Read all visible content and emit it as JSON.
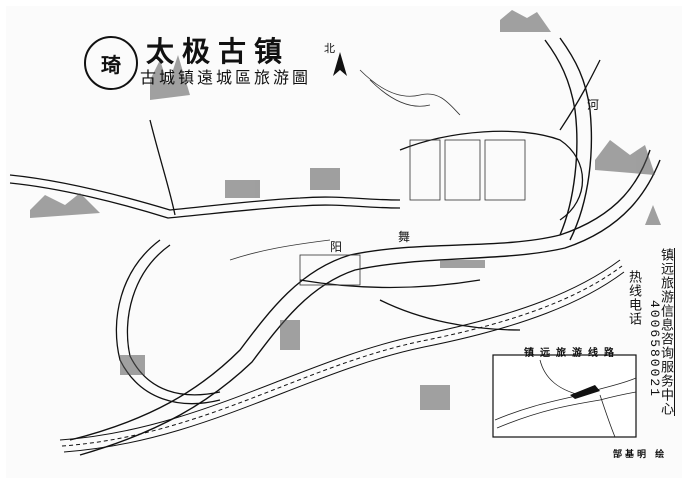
{
  "title": {
    "main": "太极古镇",
    "subtitle": "古城镇遠城區旅游圖",
    "logo_glyph": "琦"
  },
  "north_label": "北",
  "river_labels": [
    "舞",
    "阳",
    "河"
  ],
  "hotline": {
    "label": "热线电话",
    "number": "4006580021",
    "org": "镇远旅游信息咨询服务中心"
  },
  "inset": {
    "title": "镇远旅游线路"
  },
  "signature": "郜基明 绘",
  "colors": {
    "ink": "#111111",
    "paper": "#fbfbfb"
  }
}
